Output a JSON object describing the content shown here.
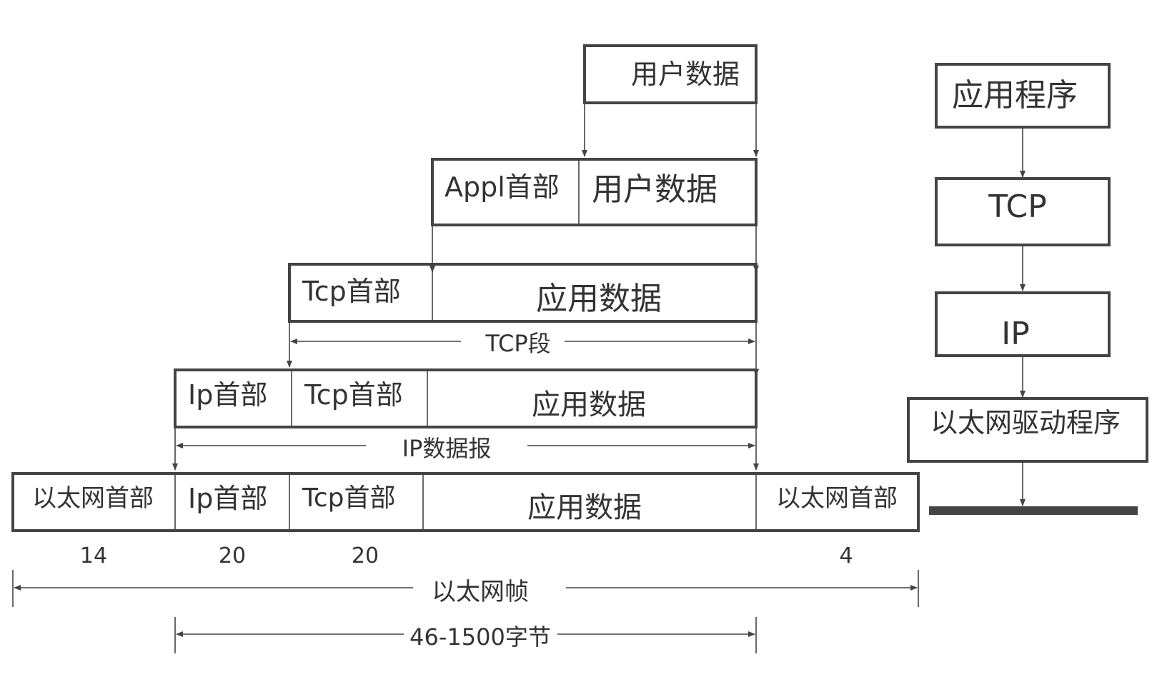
{
  "colors": {
    "line": "#444444",
    "text": "#333333",
    "background": "#ffffff"
  },
  "encapsulation": {
    "user_data_box": {
      "label": "用户数据"
    },
    "appl_row": {
      "header": "Appl首部",
      "data": "用户数据"
    },
    "tcp_row": {
      "tcp_header": "Tcp首部",
      "data": "应用数据",
      "span_label": "TCP段"
    },
    "ip_row": {
      "ip_header": "Ip首部",
      "tcp_header": "Tcp首部",
      "data": "应用数据",
      "span_label": "IP数据报"
    },
    "ethernet_row": {
      "eth_header": "以太网首部",
      "ip_header": "Ip首部",
      "tcp_header": "Tcp首部",
      "data": "应用数据",
      "eth_trailer": "以太网首部"
    },
    "byte_sizes": {
      "eth_header": "14",
      "ip_header": "20",
      "tcp_header": "20",
      "eth_trailer": "4"
    },
    "frame_span_label": "以太网帧",
    "payload_span_label": "46-1500字节"
  },
  "protocol_stack": {
    "layers": [
      "应用程序",
      "TCP",
      "IP",
      "以太网驱动程序"
    ]
  }
}
